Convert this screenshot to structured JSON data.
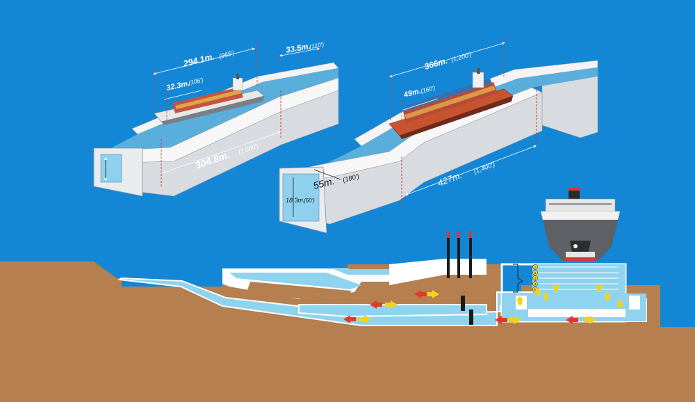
{
  "colors": {
    "sky": "#1387d6",
    "ground": "#b57f4f",
    "concrete": "#f2f2f2",
    "concrete_shade": "#c9ccd0",
    "water": "#8fd3ee",
    "flow_red": "#e0392b",
    "flow_yellow": "#f2d21c",
    "dimension_line": "#d23a3a"
  },
  "old_lock": {
    "length_outer": "294.1m.",
    "length_outer_ft": "(965')",
    "width_gate": "33.5m.",
    "width_gate_ft": "(110')",
    "ship_beam": "32.3m.",
    "ship_beam_ft": "(106')",
    "chamber_length": "304.8m.",
    "chamber_length_ft": "(1,000')"
  },
  "new_lock": {
    "length_outer": "366m.",
    "length_outer_ft": "(1,200')",
    "ship_beam": "49m.",
    "ship_beam_ft": "(160')",
    "chamber_width": "55m.",
    "chamber_width_ft": "(180')",
    "chamber_depth": "18.3m.",
    "chamber_depth_ft": "(60')",
    "chamber_length": "427m.",
    "chamber_length_ft": "(1,400')"
  },
  "culvert_levels": [
    "1",
    "2",
    "3",
    "4",
    "5"
  ],
  "icons": {
    "flow_arrow_out": "red-arrow-icon",
    "flow_arrow_in": "yellow-arrow-icon"
  }
}
